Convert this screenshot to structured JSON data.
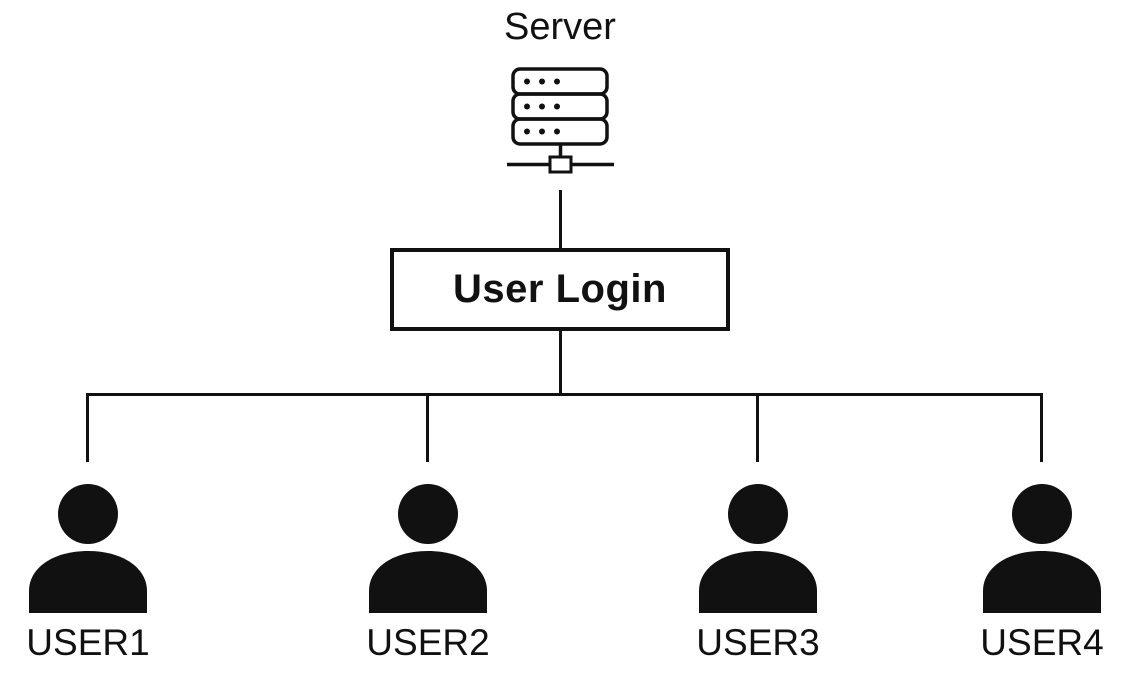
{
  "diagram": {
    "title": "Server User Login topology",
    "type": "tree-diagram"
  },
  "colors": {
    "ink": "#111111",
    "background": "#ffffff"
  },
  "server": {
    "label": "Server",
    "icon": "server-rack-icon"
  },
  "login_box": {
    "label": "User Login"
  },
  "users": [
    {
      "label": "USER1",
      "icon": "person-icon"
    },
    {
      "label": "USER2",
      "icon": "person-icon"
    },
    {
      "label": "USER3",
      "icon": "person-icon"
    },
    {
      "label": "USER4",
      "icon": "person-icon"
    }
  ]
}
